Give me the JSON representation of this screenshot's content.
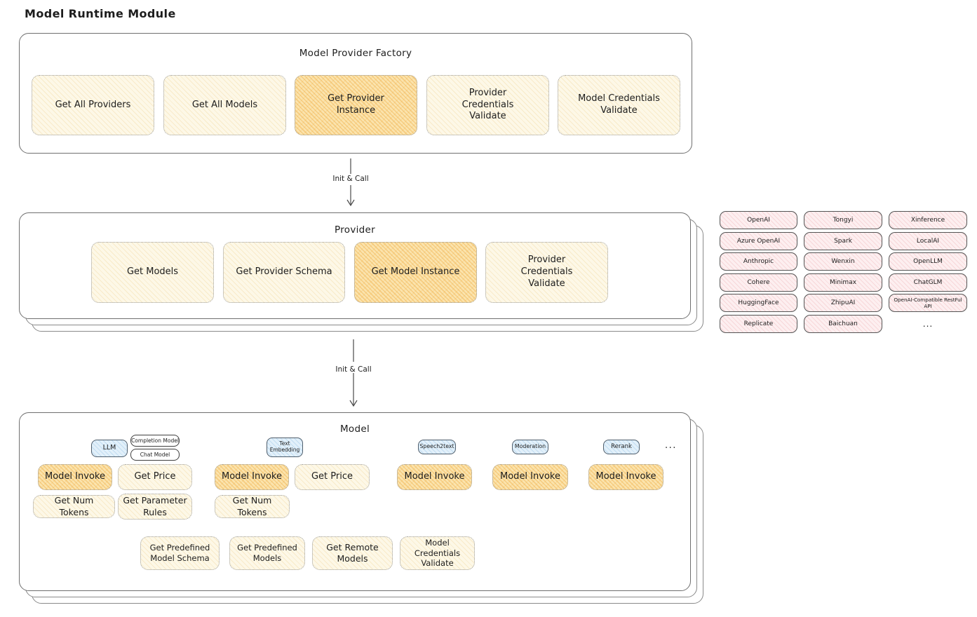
{
  "page": {
    "title": "Model Runtime Module"
  },
  "colors": {
    "yellow_box_fill": "#fdf8e7",
    "yellow_box_highlight_fill": "#fbe4ae",
    "provider_pink_fill": "#fdeff0",
    "tag_blue_fill": "#e2f0fa",
    "dotted_border": "#9b9b9b",
    "outline": "#6f6f6f",
    "text": "#1d1d1d"
  },
  "factory": {
    "title": "Model Provider Factory",
    "boxes": [
      {
        "label": "Get All Providers"
      },
      {
        "label": "Get All Models"
      },
      {
        "label": "Get Provider Instance"
      },
      {
        "label": "Provider Credentials Validate"
      },
      {
        "label": "Model Credentials Validate"
      }
    ]
  },
  "arrow1": {
    "label": "Init & Call"
  },
  "arrow2": {
    "label": "Init & Call"
  },
  "provider": {
    "title": "Provider",
    "boxes": [
      {
        "label": "Get Models"
      },
      {
        "label": "Get Provider Schema"
      },
      {
        "label": "Get Model Instance"
      },
      {
        "label": "Provider Credentials Validate"
      }
    ]
  },
  "providers_grid": {
    "items": [
      "OpenAI",
      "Tongyi",
      "Xinference",
      "Azure OpenAI",
      "Spark",
      "LocalAI",
      "Anthropic",
      "Wenxin",
      "OpenLLM",
      "Cohere",
      "Minimax",
      "ChatGLM",
      "HuggingFace",
      "ZhipuAI",
      "OpenAI-Compatible RestFul API",
      "Replicate",
      "Baichuan"
    ],
    "more": "..."
  },
  "model": {
    "title": "Model",
    "tags": {
      "llm": "LLM",
      "completion_model": "Completion Model",
      "chat_model": "Chat Model",
      "text_embedding": "Text Embedding",
      "speech2text": "Speech2text",
      "moderation": "Moderation",
      "rerank": "Rerank",
      "more": "..."
    },
    "llm_group": {
      "invoke": "Model Invoke",
      "price": "Get Price",
      "tokens": "Get Num Tokens",
      "rules": "Get Parameter Rules"
    },
    "embedding_group": {
      "invoke": "Model Invoke",
      "price": "Get Price",
      "tokens": "Get Num Tokens"
    },
    "speech2text_group": {
      "invoke": "Model Invoke"
    },
    "moderation_group": {
      "invoke": "Model Invoke"
    },
    "rerank_group": {
      "invoke": "Model Invoke"
    },
    "common": {
      "schema": "Get Predefined Model Schema",
      "predefined": "Get Predefined Models",
      "remote": "Get Remote Models",
      "credentials": "Model Credentials Validate"
    }
  }
}
